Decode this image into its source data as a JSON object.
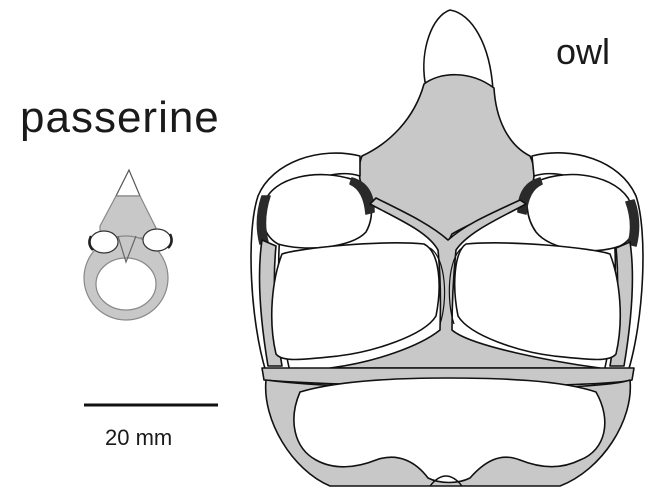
{
  "labels": {
    "small_bird": "passerine",
    "large_bird": "owl",
    "scale": "20 mm"
  },
  "colors": {
    "bone_fill": "#c8c8c8",
    "outline": "#111111",
    "muscle_dark": "#2a2a2a",
    "background": "#ffffff"
  }
}
